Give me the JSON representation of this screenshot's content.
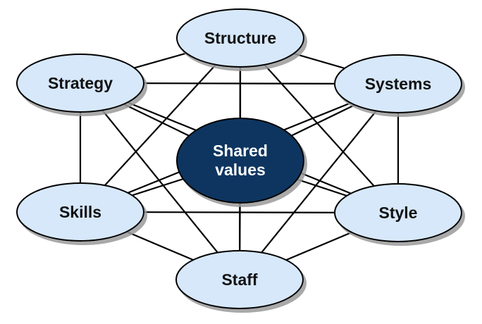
{
  "diagram": {
    "center": {
      "lines": [
        "Shared",
        "values"
      ]
    },
    "nodes": [
      {
        "id": "structure",
        "label": "Structure"
      },
      {
        "id": "systems",
        "label": "Systems"
      },
      {
        "id": "style",
        "label": "Style"
      },
      {
        "id": "staff",
        "label": "Staff"
      },
      {
        "id": "skills",
        "label": "Skills"
      },
      {
        "id": "strategy",
        "label": "Strategy"
      }
    ],
    "colors": {
      "node_fill": "#d7e8fb",
      "node_stroke": "#000000",
      "center_fill": "#0f3460",
      "center_text": "#ffffff",
      "line": "#000000"
    }
  }
}
